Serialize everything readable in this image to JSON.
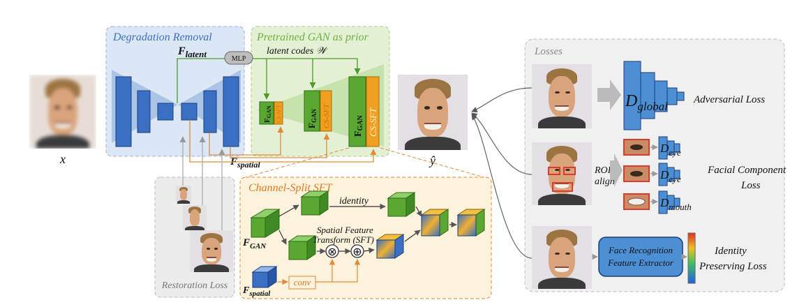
{
  "groups": {
    "degradation": "Degradation Removal",
    "gan_prior": "Pretrained GAN as prior",
    "losses": "Losses",
    "csft": "Channel-Split SFT",
    "restoration": "Restoration Loss"
  },
  "labels": {
    "x": "x",
    "y_hat": "ŷ",
    "f_latent": "F",
    "f_latent_sub": "latent",
    "f_spatial": "F",
    "f_spatial_sub": "spatial",
    "mlp": "MLP",
    "latent_codes": "latent codes 𝒲",
    "fgan": "F",
    "fgan_sub": "GAN",
    "cssft": "CS-SFT",
    "identity": "identity",
    "sft_1": "Spatial Feature",
    "sft_2": "Transform (SFT)",
    "conv": "conv",
    "multiply": "⊗",
    "plus": "⊕",
    "csft_fgan": "F",
    "csft_fgan_sub": "GAN",
    "csft_fspatial": "F",
    "csft_fspatial_sub": "spatial"
  },
  "losses": {
    "d_global": "D",
    "d_global_sub": "global",
    "adversarial": "Adversarial Loss",
    "roi_1": "ROI",
    "roi_2": "align",
    "d_eye": "D",
    "d_eye_sub": "eye",
    "d_mouth": "D",
    "d_mouth_sub": "mouth",
    "facial_1": "Facial Component",
    "facial_2": "Loss",
    "fr_1": "Face Recognition",
    "fr_2": "Feature Extractor",
    "id_1": "Identity",
    "id_2": "Preserving Loss"
  },
  "colors": {
    "unet": "#3a6fc4",
    "unet_bg": "#aac4e8",
    "degradation_bg": "#dce7f5",
    "gan_bg": "#e3f0d3",
    "gan_green": "#5aa832",
    "gan_text": "#6fb03f",
    "orange": "#f0a020",
    "orange_line": "#e08a3c",
    "csft_bg": "#fdf3dc",
    "losses_bg": "#f0f0f0",
    "red_box": "#d93a2b"
  },
  "icons": [
    "multiply-icon",
    "plus-icon",
    "arrow-icon",
    "face-photo"
  ]
}
